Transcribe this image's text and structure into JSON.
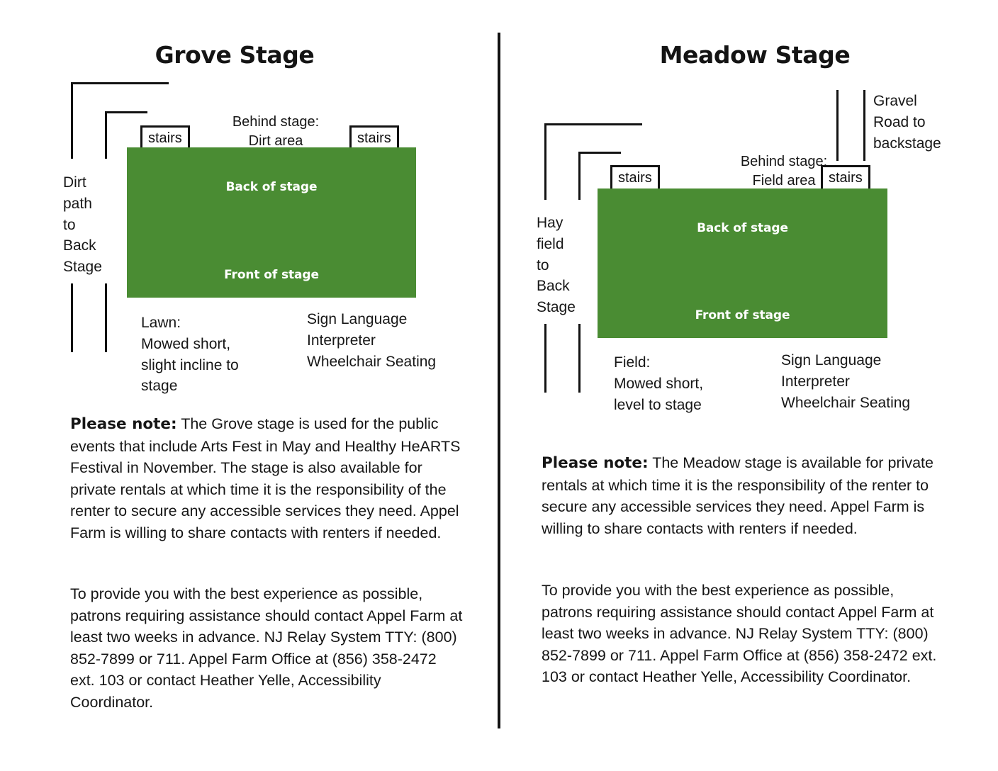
{
  "colors": {
    "stage_green": "#4a8c33",
    "line_black": "#121212",
    "text": "#171717",
    "stage_text": "#ffffff"
  },
  "grove": {
    "title": "Grove Stage",
    "behind_stage": "Behind stage:\nDirt area",
    "stairs_left": "stairs",
    "stairs_right": "stairs",
    "stage_back_label": "Back of stage",
    "stage_front_label": "Front of stage",
    "path_label": "Dirt\npath\nto\nBack\nStage",
    "ground_label": "Lawn:\nMowed short,\nslight incline to\nstage",
    "services_label": "Sign Language\nInterpreter\nWheelchair Seating",
    "note_lead": "Please note:",
    "note_body": " The Grove stage is used for the public events that include Arts Fest in May and Healthy HeARTS Festival in November. The stage is also available for private rentals at which time it is the responsibility of the renter to secure any accessible services they need. Appel Farm is willing to share contacts with renters if needed.",
    "contact_body": "To provide you with the best experience as possible, patrons requiring assistance should contact Appel Farm at least two weeks in advance. NJ Relay System TTY: (800) 852-7899 or 711. Appel Farm Office at (856) 358-2472 ext. 103 or contact Heather Yelle, Accessibility Coordinator."
  },
  "meadow": {
    "title": "Meadow Stage",
    "behind_stage": "Behind stage:\nField area",
    "stairs_left": "stairs",
    "stairs_right": "stairs",
    "stage_back_label": "Back of stage",
    "stage_front_label": "Front of stage",
    "path_label": "Hay\nfield\nto\nBack\nStage",
    "road_label": "Gravel\nRoad to\nbackstage",
    "ground_label": "Field:\nMowed short,\nlevel to stage",
    "services_label": "Sign Language\nInterpreter\nWheelchair Seating",
    "note_lead": "Please note:",
    "note_body": " The Meadow stage is available for private rentals at which time it is the responsibility of the renter to secure any accessible services they need. Appel Farm is willing to share contacts with renters if needed.",
    "contact_body": "To provide you with the best experience as possible, patrons requiring assistance should contact Appel Farm at least two weeks in advance. NJ Relay System TTY: (800) 852-7899 or 711. Appel Farm Office at (856) 358-2472 ext. 103 or contact Heather Yelle, Accessibility Coordinator."
  }
}
